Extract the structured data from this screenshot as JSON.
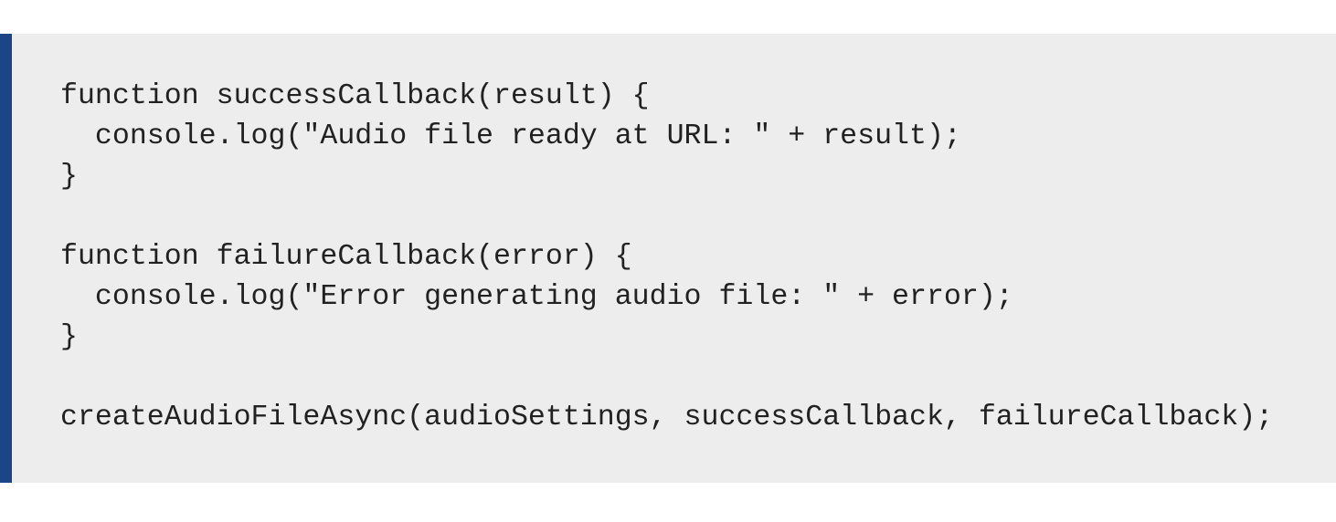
{
  "page": {
    "background_color": "#ffffff"
  },
  "code_block": {
    "background_color": "#ededee",
    "border_left_color": "#1b4586",
    "text_color": "#212121",
    "lines": [
      "function successCallback(result) {",
      "  console.log(\"Audio file ready at URL: \" + result);",
      "}",
      "",
      "function failureCallback(error) {",
      "  console.log(\"Error generating audio file: \" + error);",
      "}",
      "",
      "createAudioFileAsync(audioSettings, successCallback, failureCallback);"
    ]
  }
}
